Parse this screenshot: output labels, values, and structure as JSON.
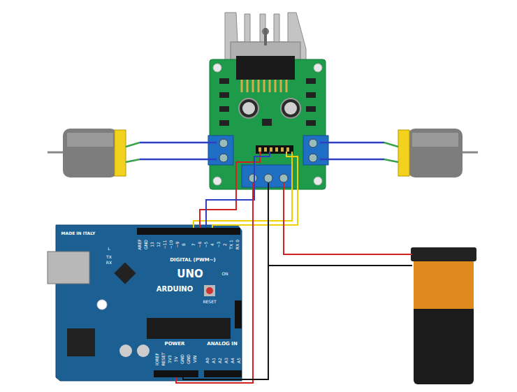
{
  "diagram": {
    "labels": [
      "MADE IN ITALY",
      "AREF",
      "GND",
      "13",
      "12",
      "~11",
      "~10",
      "~9",
      "8",
      "7",
      "~6",
      "~5",
      "4",
      "~3",
      "2",
      "TX 1",
      "RX 0",
      "DIGITAL (PWM~)",
      "UNO",
      "ARDUINO",
      "ON",
      "TX",
      "RX",
      "L",
      "RESET",
      "POWER",
      "ANALOG IN",
      "IOREF",
      "RESET",
      "3V3",
      "5V",
      "GND",
      "GND",
      "VIN",
      "A0",
      "A1",
      "A2",
      "A3",
      "A4",
      "A5"
    ]
  }
}
